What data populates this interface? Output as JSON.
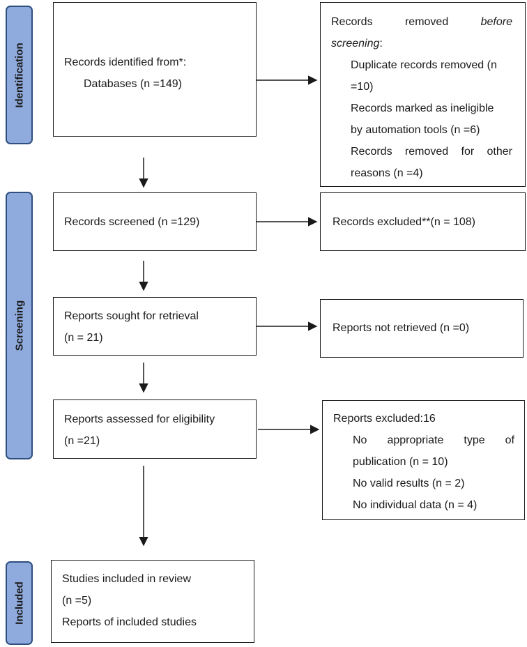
{
  "stages": {
    "identification": "Identification",
    "screening": "Screening",
    "included": "Included"
  },
  "identified": {
    "title": "Records identified from*:",
    "databases": "Databases (n =149)"
  },
  "removed_before_screening": {
    "title_part1": "Records removed",
    "title_part2": "before",
    "title_part3": "screening",
    "title_colon": ":",
    "duplicates_a": "Duplicate records removed (n",
    "duplicates_b": "=10)",
    "ineligible_a": "Records marked as ineligible",
    "ineligible_b": "by automation tools (n =6)",
    "other_a": "Records removed for other",
    "other_b": "reasons (n =4)"
  },
  "screened": {
    "label": "Records screened (n =129)"
  },
  "excluded": {
    "label": "Records excluded**(n = 108)"
  },
  "sought": {
    "label_a": "Reports sought for retrieval",
    "label_b": "(n = 21)"
  },
  "not_retrieved": {
    "label": "Reports not retrieved (n =0)"
  },
  "assessed": {
    "label_a": "Reports assessed for eligibility",
    "label_b": "(n =21)"
  },
  "reports_excluded": {
    "title": "Reports excluded:16",
    "type_a": "No appropriate type of",
    "type_b": "publication (n = 10)",
    "valid": "No valid results (n = 2)",
    "individual": "No individual data (n = 4)"
  },
  "included": {
    "studies": "Studies included in review",
    "n": "(n =5)",
    "reports": "Reports of included studies"
  },
  "colors": {
    "stage_fill": "#8faadc",
    "stage_stroke": "#2f4f7f",
    "line": "#1a1a1a"
  }
}
